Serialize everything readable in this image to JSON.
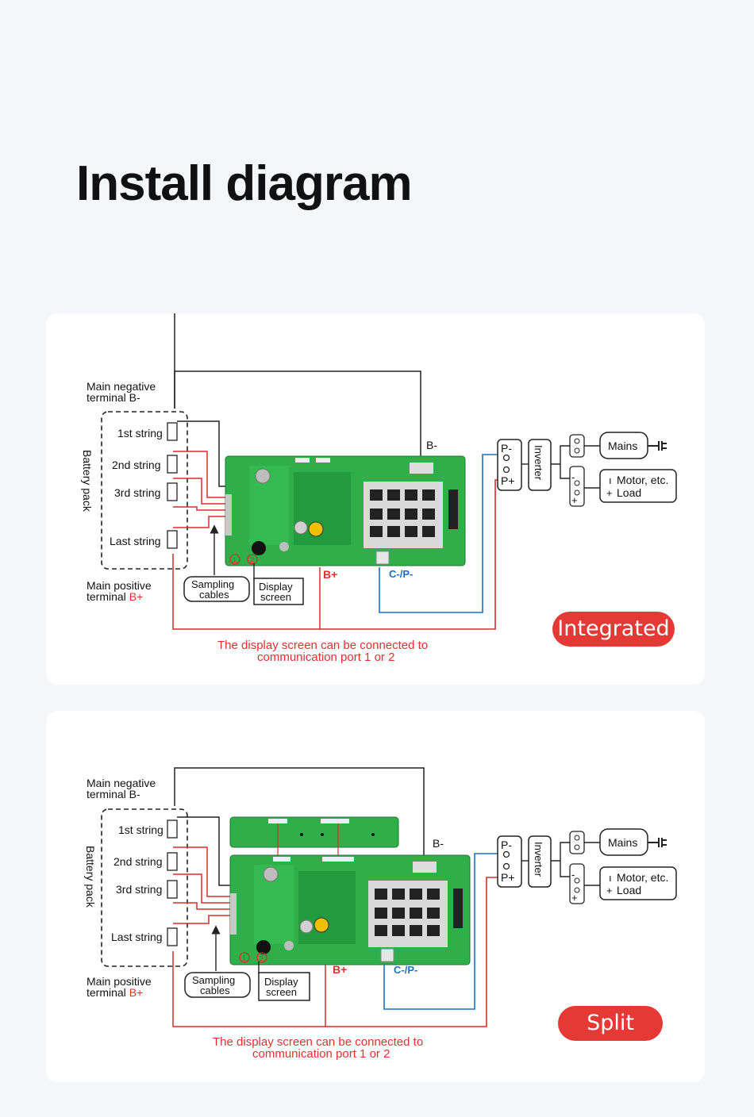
{
  "page": {
    "title": "Install diagram"
  },
  "labels": {
    "main_negative_1": "Main negative",
    "main_negative_2": "terminal B-",
    "main_positive_1": "Main positive",
    "main_positive_2": "terminal ",
    "main_positive_b": "B+",
    "battery_pack": "Battery pack",
    "strings": [
      "1st string",
      "2nd string",
      "3rd string",
      "Last string"
    ],
    "sampling_1": "Sampling",
    "sampling_2": "cables",
    "display_1": "Display",
    "display_2": "screen",
    "b_minus": "B-",
    "b_plus": "B+",
    "cp_minus": "C-/P-",
    "p_minus": "P-",
    "p_plus": "P+",
    "inverter": "Inverter",
    "mains": "Mains",
    "motor": "Motor, etc.",
    "load": "Load",
    "port1": "1",
    "port2": "2",
    "note_1": "The display screen can be connected to",
    "note_2": "communication port 1 or 2"
  },
  "diagrams": [
    {
      "badge": "Integrated"
    },
    {
      "badge": "Split"
    }
  ],
  "colors": {
    "accent": "#e53935",
    "board": "#2fae4a",
    "wire_red": "#d92b2b",
    "wire_blue": "#1d6fc4"
  }
}
